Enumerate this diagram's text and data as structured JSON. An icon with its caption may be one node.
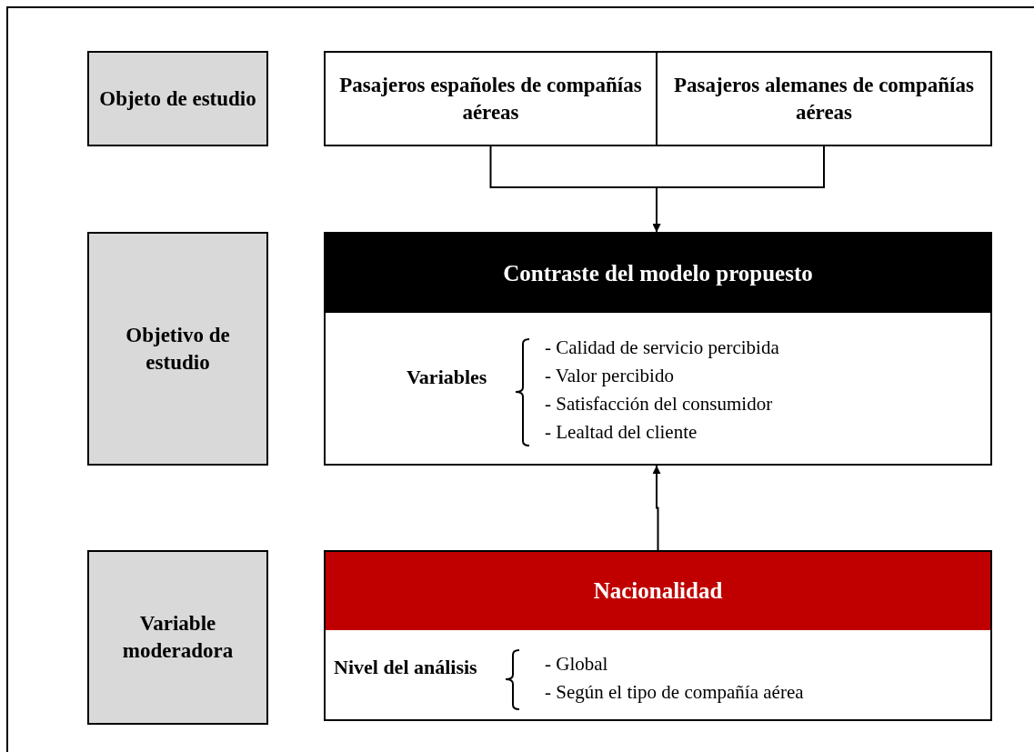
{
  "diagram": {
    "nodes": [
      {
        "text": [
          "Objeto de estudio"
        ]
      },
      {
        "text": [
          "Pasajeros españoles de compañías aéreas"
        ]
      },
      {
        "text": [
          "Pasajeros alemanes de compañías aéreas"
        ]
      },
      {
        "text": [
          "Objetivo de estudio"
        ]
      },
      {
        "text": [
          "Contraste del modelo propuesto",
          "Variables",
          "- Calidad de servicio percibida",
          "- Valor percibido",
          "- Satisfacción del consumidor",
          "- Lealtad del cliente"
        ]
      },
      {
        "text": [
          "Variable moderadora"
        ]
      },
      {
        "text": [
          "Nacionalidad",
          "Nivel del análisis",
          "- Global",
          "- Según el tipo de compañía aérea"
        ]
      }
    ],
    "edges": [
      {
        "from": 1,
        "to": 4,
        "arrow": "to"
      },
      {
        "from": 2,
        "to": 4,
        "arrow": "to"
      },
      {
        "from": 6,
        "to": 4,
        "arrow": "to"
      }
    ]
  }
}
